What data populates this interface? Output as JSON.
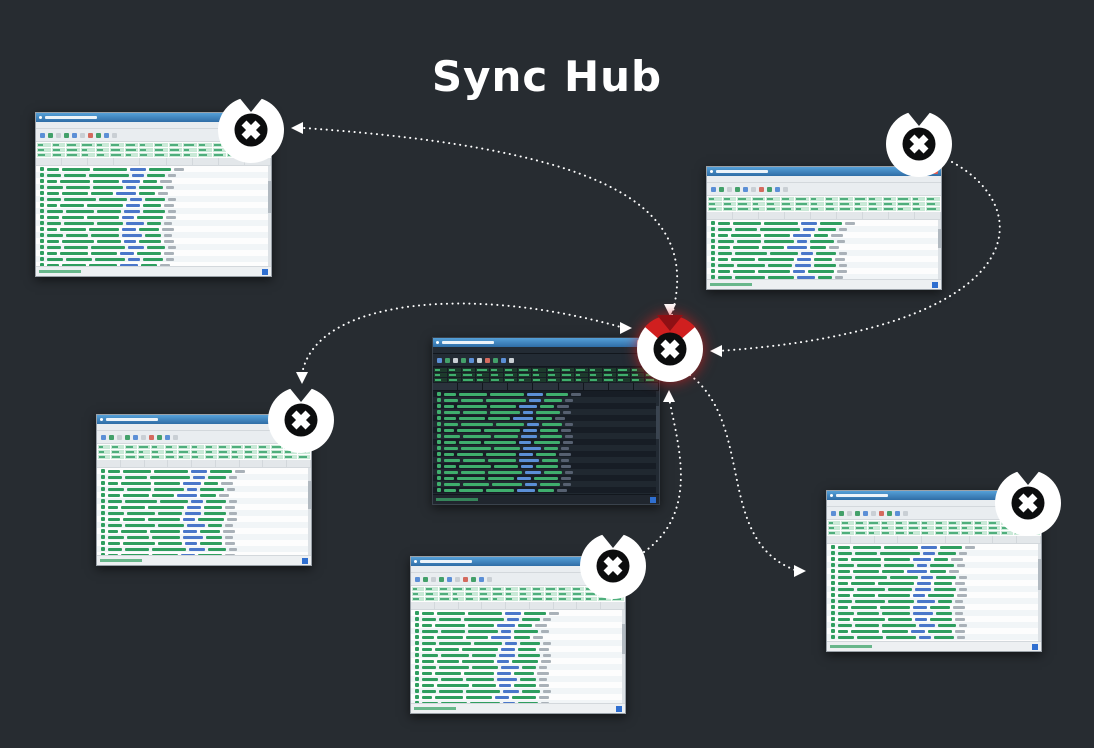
{
  "page": {
    "title": "Sync Hub"
  },
  "colors": {
    "background": "#272c31",
    "titlebar_blue": "#3e82ba",
    "accent_green": "#2f9e5f",
    "accent_blue": "#4a77c9",
    "hub_red": "#d01f1f",
    "line_white": "#ffffff"
  },
  "hub": {
    "id": "hub-node",
    "icon": "x-node-icon"
  },
  "nodes": [
    {
      "id": "node-top-left",
      "icon": "x-node-icon"
    },
    {
      "id": "node-top-right",
      "icon": "x-node-icon"
    },
    {
      "id": "node-mid-left",
      "icon": "x-node-icon"
    },
    {
      "id": "node-bottom-center",
      "icon": "x-node-icon"
    },
    {
      "id": "node-bottom-right",
      "icon": "x-node-icon"
    }
  ],
  "connections": [
    {
      "from": "hub-node",
      "to": "node-top-left",
      "direction": "to"
    },
    {
      "from": "node-top-right",
      "to": "hub-node",
      "direction": "to"
    },
    {
      "from": "node-mid-left",
      "to": "hub-node",
      "direction": "both"
    },
    {
      "from": "node-bottom-center",
      "to": "hub-node",
      "direction": "to"
    },
    {
      "from": "hub-node",
      "to": "node-bottom-right",
      "direction": "to"
    }
  ],
  "windows": [
    {
      "id": "window-top-left",
      "theme": "light"
    },
    {
      "id": "window-top-right",
      "theme": "light"
    },
    {
      "id": "window-center",
      "theme": "dark"
    },
    {
      "id": "window-mid-left",
      "theme": "light"
    },
    {
      "id": "window-bottom-center",
      "theme": "light"
    },
    {
      "id": "window-bottom-right",
      "theme": "light"
    }
  ],
  "greek": {
    "band_rows": 3,
    "band_cells": 16,
    "header_cells": 9,
    "toolbar_colors": [
      "#5b8fd6",
      "#43a06a",
      "#c9cfd4",
      "#43a06a",
      "#5b8fd6",
      "#c9cfd4",
      "#d46a5e",
      "#43a06a",
      "#5b8fd6",
      "#c9cfd4"
    ],
    "rows": [
      [
        12,
        28,
        34,
        16,
        22,
        10
      ],
      [
        14,
        22,
        40,
        12,
        18,
        8
      ],
      [
        10,
        30,
        26,
        18,
        14,
        12
      ],
      [
        16,
        24,
        30,
        10,
        24,
        8
      ],
      [
        12,
        26,
        22,
        20,
        16,
        10
      ],
      [
        14,
        32,
        28,
        12,
        20,
        8
      ],
      [
        10,
        24,
        36,
        14,
        18,
        10
      ],
      [
        16,
        28,
        24,
        16,
        22,
        8
      ],
      [
        12,
        22,
        32,
        12,
        26,
        10
      ],
      [
        14,
        30,
        26,
        18,
        14,
        8
      ],
      [
        10,
        26,
        30,
        14,
        20,
        12
      ],
      [
        16,
        22,
        28,
        20,
        16,
        8
      ],
      [
        12,
        32,
        24,
        12,
        22,
        10
      ],
      [
        14,
        24,
        34,
        16,
        18,
        8
      ],
      [
        10,
        28,
        26,
        14,
        24,
        10
      ],
      [
        16,
        26,
        30,
        12,
        20,
        8
      ],
      [
        12,
        24,
        28,
        18,
        16,
        10
      ],
      [
        14,
        28,
        32,
        12,
        20,
        8
      ]
    ]
  }
}
